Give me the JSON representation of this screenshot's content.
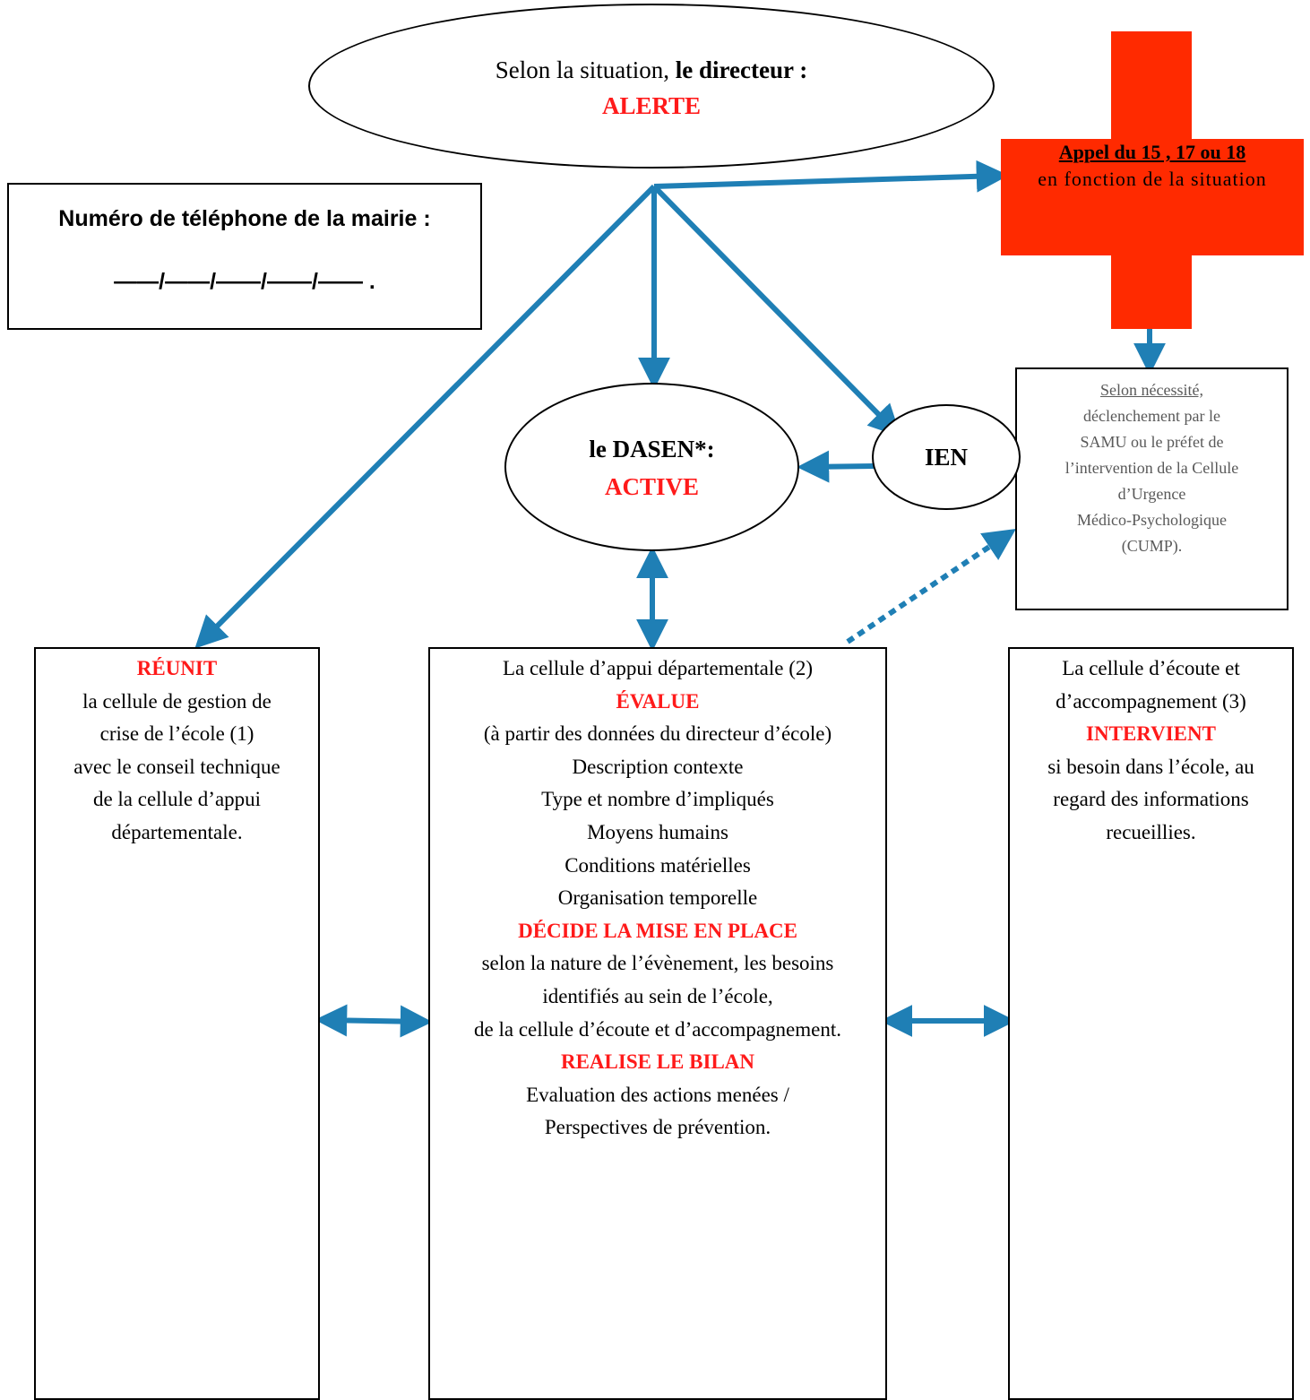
{
  "directeur": {
    "intro": "Selon la situation, ",
    "role": "le directeur :",
    "action": "ALERTE"
  },
  "mairie": {
    "label": "Numéro de téléphone de la mairie :",
    "blank": "——/——/——/——/—— ."
  },
  "urgence": {
    "call": "Appel du 15 , 17 ou 18",
    "subtitle": "en fonction de la situation",
    "cross_color": "#ff2a00"
  },
  "cump": {
    "lines": [
      "Selon nécessité,",
      "déclenchement par le",
      "SAMU ou le préfet de",
      "l’intervention de la Cellule",
      "d’Urgence",
      "Médico-Psychologique",
      "(CUMP)."
    ]
  },
  "dasen": {
    "role": "le DASEN*:",
    "action": "ACTIVE"
  },
  "ien": {
    "label": "IEN"
  },
  "reunit": {
    "action": "RÉUNIT",
    "lines": [
      "la cellule de gestion de",
      "crise de l’école (1)",
      "avec le conseil technique",
      "de la cellule d’appui",
      "départementale."
    ]
  },
  "appui": {
    "title": "La cellule d’appui départementale (2)",
    "action1": "ÉVALUE",
    "lines1": [
      "(à partir des données du directeur d’école)",
      "Description contexte",
      "Type et nombre d’impliqués",
      "Moyens humains",
      "Conditions matérielles",
      "Organisation temporelle"
    ],
    "action2": "DÉCIDE LA MISE EN PLACE",
    "lines2": [
      "selon la nature de l’évènement, les besoins",
      "identifiés au sein de l’école,",
      "de la cellule d’écoute et d’accompagnement."
    ],
    "action3": "REALISE LE BILAN",
    "lines3": [
      "Evaluation des actions menées /",
      "Perspectives de prévention."
    ]
  },
  "ecoute": {
    "title_lines": [
      "La cellule d’écoute et",
      "d’accompagnement (3)"
    ],
    "action": "INTERVIENT",
    "lines": [
      "si besoin dans l’école, au",
      "regard des informations",
      "recueillies."
    ]
  },
  "colors": {
    "arrow": "#1f7fb5",
    "action": "#ff1a1a"
  }
}
